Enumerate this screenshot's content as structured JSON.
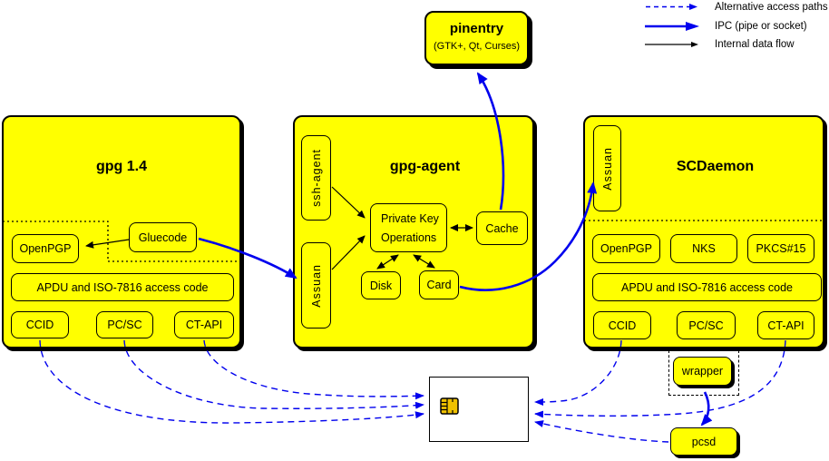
{
  "legend": {
    "items": [
      {
        "label": "Alternative access paths",
        "style": "dashed-blue-arrow"
      },
      {
        "label": "IPC (pipe or socket)",
        "style": "solid-blue-arrow"
      },
      {
        "label": "Internal data flow",
        "style": "black-arrow"
      }
    ]
  },
  "pinentry": {
    "title": "pinentry",
    "subtitle": "(GTK+, Qt, Curses)"
  },
  "gpg14": {
    "title": "gpg 1.4",
    "openpgp": "OpenPGP",
    "gluecode": "Gluecode",
    "apdu": "APDU and ISO-7816 access code",
    "ccid": "CCID",
    "pcsc": "PC/SC",
    "ctapi": "CT-API"
  },
  "gpg_agent": {
    "title": "gpg-agent",
    "ssh_agent": "ssh-agent",
    "assuan": "Assuan",
    "pko_line1": "Private Key",
    "pko_line2": "Operations",
    "cache": "Cache",
    "disk": "Disk",
    "card": "Card"
  },
  "scdaemon": {
    "title": "SCDaemon",
    "assuan": "Assuan",
    "openpgp": "OpenPGP",
    "nks": "NKS",
    "pkcs15": "PKCS#15",
    "apdu": "APDU and ISO-7816 access code",
    "ccid": "CCID",
    "pcsc": "PC/SC",
    "ctapi": "CT-API"
  },
  "wrapper": {
    "label": "wrapper"
  },
  "pcsd": {
    "label": "pcsd"
  },
  "colors": {
    "box_fill": "#FFFF00",
    "border": "#000000",
    "blue": "#0000EE",
    "chip_gold": "#EFC100",
    "card_fill": "#FFFFFF"
  },
  "connections": [
    {
      "from": "gluecode",
      "to": "openpgp-gpg14",
      "type": "internal-data-flow"
    },
    {
      "from": "gluecode",
      "to": "assuan-gpg-agent",
      "type": "ipc"
    },
    {
      "from": "ssh-agent",
      "to": "private-key-operations",
      "type": "internal-data-flow"
    },
    {
      "from": "assuan-gpg-agent",
      "to": "private-key-operations",
      "type": "internal-data-flow"
    },
    {
      "from": "private-key-operations",
      "to": "cache",
      "type": "internal-bidirectional"
    },
    {
      "from": "private-key-operations",
      "to": "disk",
      "type": "internal-bidirectional"
    },
    {
      "from": "private-key-operations",
      "to": "card",
      "type": "internal-bidirectional"
    },
    {
      "from": "cache",
      "to": "pinentry",
      "type": "ipc"
    },
    {
      "from": "card",
      "to": "assuan-scdaemon",
      "type": "ipc"
    },
    {
      "from": "wrapper",
      "to": "pcsd",
      "type": "ipc"
    },
    {
      "from": "ccid-gpg14",
      "to": "smartcard",
      "type": "alternative-access"
    },
    {
      "from": "pcsc-gpg14",
      "to": "smartcard",
      "type": "alternative-access"
    },
    {
      "from": "ctapi-gpg14",
      "to": "smartcard",
      "type": "alternative-access"
    },
    {
      "from": "ccid-scdaemon",
      "to": "smartcard",
      "type": "alternative-access"
    },
    {
      "from": "ctapi-scdaemon",
      "to": "smartcard",
      "type": "alternative-access"
    },
    {
      "from": "pcsd",
      "to": "smartcard",
      "type": "alternative-access"
    }
  ]
}
